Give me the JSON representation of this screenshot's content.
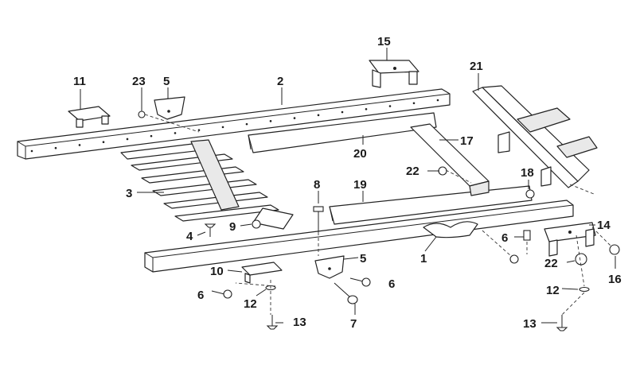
{
  "diagram": {
    "callouts": [
      "1",
      "2",
      "3",
      "4",
      "5",
      "5",
      "6",
      "6",
      "6",
      "7",
      "8",
      "9",
      "10",
      "11",
      "12",
      "12",
      "13",
      "13",
      "14",
      "15",
      "16",
      "17",
      "18",
      "19",
      "20",
      "21",
      "22",
      "22",
      "23"
    ]
  }
}
